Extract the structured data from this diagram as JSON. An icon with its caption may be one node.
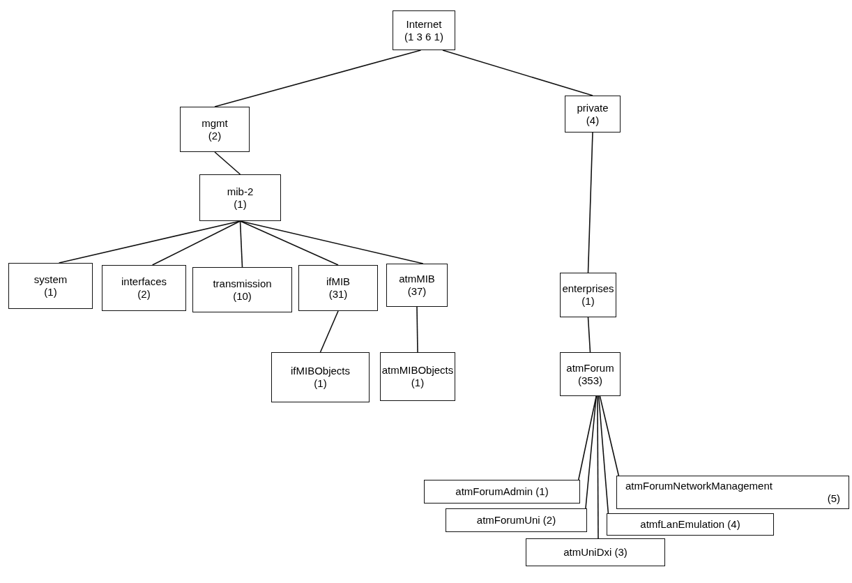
{
  "diagram": {
    "nodes": [
      {
        "text": [
          "Internet",
          "(1 3 6 1)"
        ]
      },
      {
        "text": [
          "mgmt",
          "(2)"
        ]
      },
      {
        "text": [
          "private",
          "(4)"
        ]
      },
      {
        "text": [
          "mib-2",
          "(1)"
        ]
      },
      {
        "text": [
          "system",
          "(1)"
        ]
      },
      {
        "text": [
          "interfaces",
          "(2)"
        ]
      },
      {
        "text": [
          "transmission",
          "(10)"
        ]
      },
      {
        "text": [
          "ifMIB",
          "(31)"
        ]
      },
      {
        "text": [
          "atmMIB",
          "(37)"
        ]
      },
      {
        "text": [
          "enterprises",
          "(1)"
        ]
      },
      {
        "text": [
          "ifMIBObjects",
          "(1)"
        ]
      },
      {
        "text": [
          "atmMIBObjects",
          "(1)"
        ]
      },
      {
        "text": [
          "atmForum",
          "(353)"
        ]
      },
      {
        "text": [
          "atmForumAdmin (1)"
        ]
      },
      {
        "text": [
          "atmForumUni (2)"
        ]
      },
      {
        "text": [
          "atmUniDxi (3)"
        ]
      },
      {
        "text": [
          "atmfLanEmulation (4)"
        ]
      },
      {
        "text": [
          "atmForumNetworkManagement",
          "(5)"
        ]
      }
    ],
    "edges": [
      {
        "from": 0,
        "to": 1,
        "arrow": "none"
      },
      {
        "from": 0,
        "to": 2,
        "arrow": "none"
      },
      {
        "from": 1,
        "to": 3,
        "arrow": "none"
      },
      {
        "from": 3,
        "to": 4,
        "arrow": "none"
      },
      {
        "from": 3,
        "to": 5,
        "arrow": "none"
      },
      {
        "from": 3,
        "to": 6,
        "arrow": "none"
      },
      {
        "from": 3,
        "to": 7,
        "arrow": "none"
      },
      {
        "from": 3,
        "to": 8,
        "arrow": "none"
      },
      {
        "from": 2,
        "to": 9,
        "arrow": "none"
      },
      {
        "from": 7,
        "to": 10,
        "arrow": "none"
      },
      {
        "from": 8,
        "to": 11,
        "arrow": "none"
      },
      {
        "from": 9,
        "to": 12,
        "arrow": "none"
      },
      {
        "from": 12,
        "to": 13,
        "arrow": "none"
      },
      {
        "from": 12,
        "to": 14,
        "arrow": "none"
      },
      {
        "from": 12,
        "to": 15,
        "arrow": "none"
      },
      {
        "from": 12,
        "to": 16,
        "arrow": "none"
      },
      {
        "from": 12,
        "to": 17,
        "arrow": "none"
      }
    ]
  }
}
